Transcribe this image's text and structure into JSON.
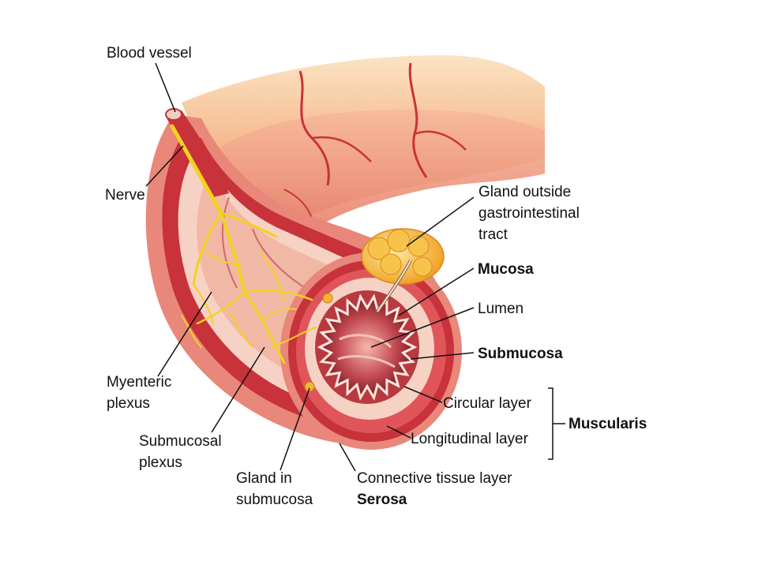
{
  "labels": {
    "blood_vessel": "Blood vessel",
    "nerve": "Nerve",
    "gland_outside": [
      "Gland outside",
      "gastrointestinal",
      "tract"
    ],
    "mucosa": "Mucosa",
    "lumen": "Lumen",
    "submucosa": "Submucosa",
    "circular_layer": "Circular layer",
    "longitudinal_layer": "Longitudinal layer",
    "muscularis": "Muscularis",
    "myenteric_plexus": [
      "Myenteric",
      "plexus"
    ],
    "submucosal_plexus": [
      "Submucosal",
      "plexus"
    ],
    "gland_in_submucosa": [
      "Gland in",
      "submucosa"
    ],
    "connective_tissue_layer": "Connective tissue layer",
    "serosa": "Serosa"
  },
  "colors": {
    "outer_tissue": "#e8877a",
    "muscle": "#c8323a",
    "submucosa": "#f6d2c4",
    "mucosa": "#b83a3f",
    "lumen": "#8c1e26",
    "nerve": "#f2d21e",
    "gland": "#f5b532",
    "label_line": "#111111"
  }
}
